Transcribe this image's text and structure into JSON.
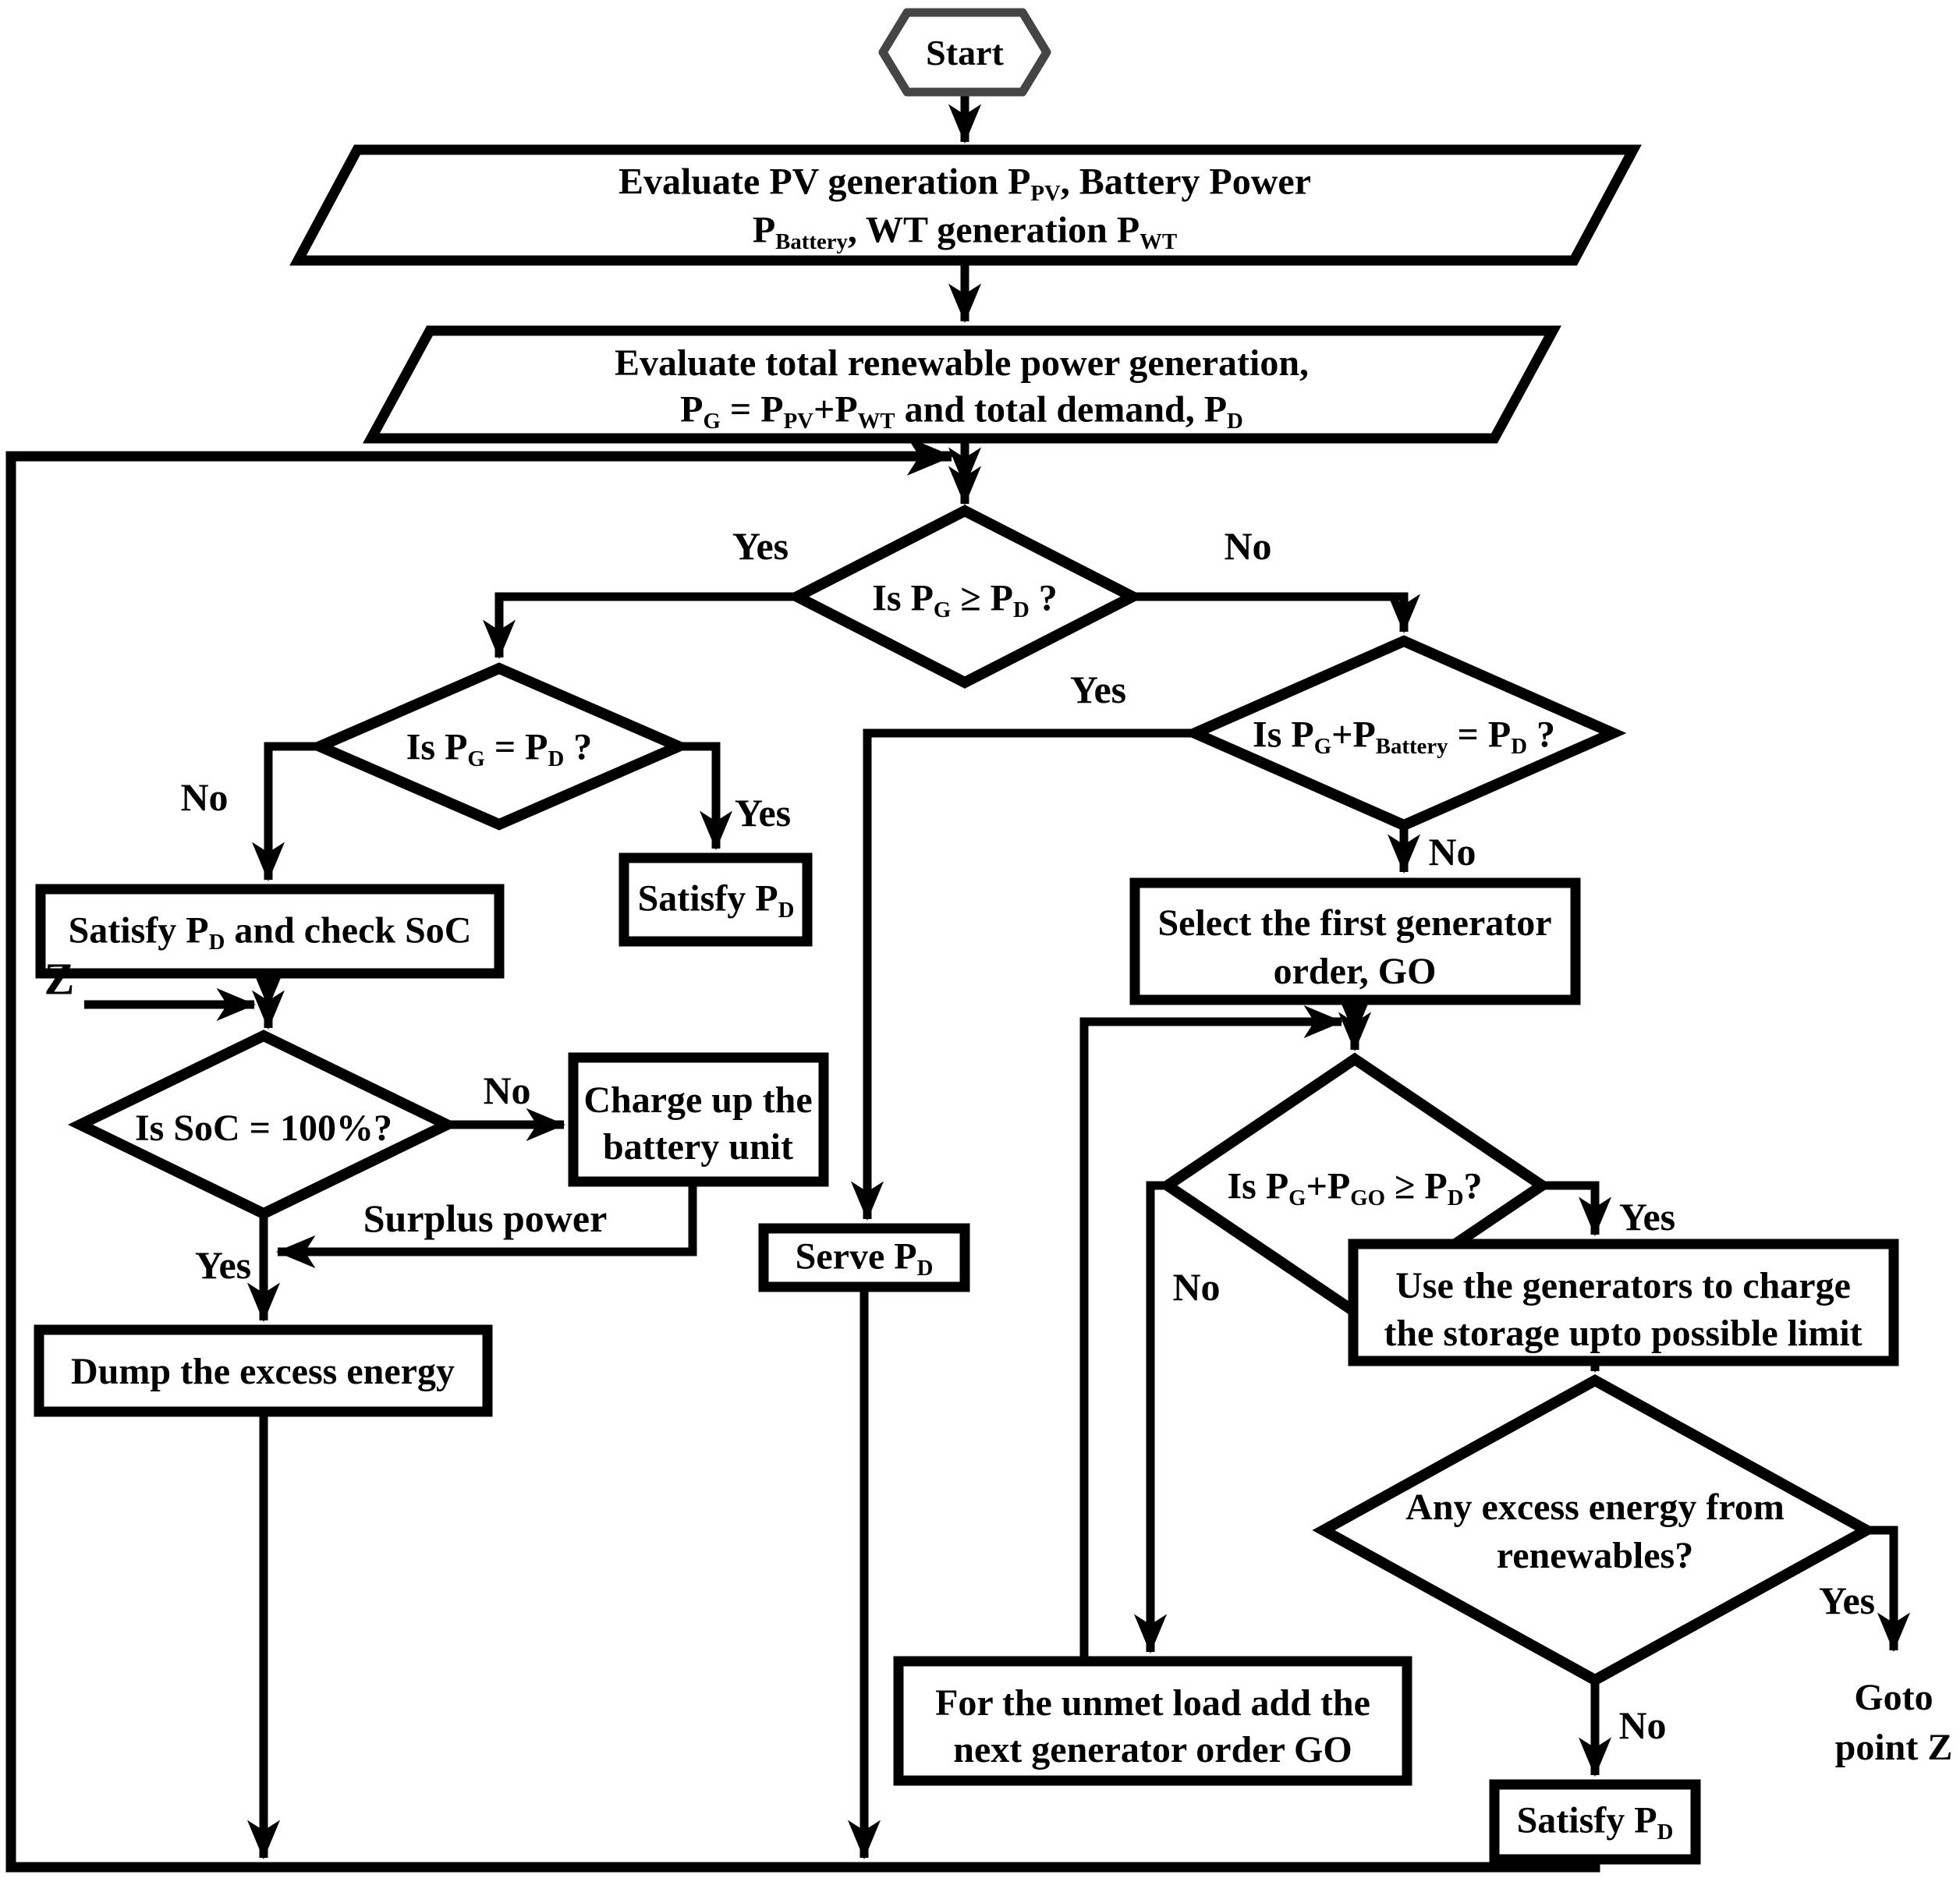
{
  "colors": {
    "line": "#000000",
    "node_fill": "#ffffff",
    "hexagon_border": "#454545",
    "background": "#ffffff"
  },
  "nodes": {
    "start": {
      "label": "Start"
    },
    "eval_sources": {
      "line1": [
        {
          "t": "Evaluate PV generation P"
        },
        {
          "t": "PV",
          "sub": true
        },
        {
          "t": ", Battery Power"
        }
      ],
      "line2": [
        {
          "t": "P"
        },
        {
          "t": "Battery",
          "sub": true
        },
        {
          "t": ", WT generation P"
        },
        {
          "t": "WT",
          "sub": true
        }
      ]
    },
    "eval_total": {
      "line1": [
        {
          "t": "Evaluate total renewable power generation,"
        }
      ],
      "line2": [
        {
          "t": "P"
        },
        {
          "t": "G",
          "sub": true
        },
        {
          "t": " = P"
        },
        {
          "t": "PV",
          "sub": true
        },
        {
          "t": "+P"
        },
        {
          "t": "WT",
          "sub": true
        },
        {
          "t": " and total demand, P"
        },
        {
          "t": "D",
          "sub": true
        }
      ]
    },
    "d_pg_ge_pd": {
      "text": [
        {
          "t": "Is P"
        },
        {
          "t": "G",
          "sub": true
        },
        {
          "t": " ≥ P"
        },
        {
          "t": "D",
          "sub": true
        },
        {
          "t": " ?"
        }
      ]
    },
    "d_pg_eq_pd": {
      "text": [
        {
          "t": "Is P"
        },
        {
          "t": "G",
          "sub": true
        },
        {
          "t": " = P"
        },
        {
          "t": "D",
          "sub": true
        },
        {
          "t": " ?"
        }
      ]
    },
    "d_pg_batt_eq_pd": {
      "text": [
        {
          "t": "Is P"
        },
        {
          "t": "G",
          "sub": true
        },
        {
          "t": "+P"
        },
        {
          "t": "Battery",
          "sub": true
        },
        {
          "t": " = P"
        },
        {
          "t": "D",
          "sub": true
        },
        {
          "t": " ?"
        }
      ]
    },
    "satisfy_check_soc": {
      "text": [
        {
          "t": "Satisfy P"
        },
        {
          "t": "D",
          "sub": true
        },
        {
          "t": " and check SoC"
        }
      ]
    },
    "satisfy_pd_mid": {
      "text": [
        {
          "t": "Satisfy P"
        },
        {
          "t": "D",
          "sub": true
        }
      ]
    },
    "select_go": {
      "line1": [
        {
          "t": "Select the first generator"
        }
      ],
      "line2": [
        {
          "t": "order, GO"
        }
      ]
    },
    "d_soc_100": {
      "text": [
        {
          "t": "Is SoC = 100%?"
        }
      ]
    },
    "charge_battery": {
      "line1": [
        {
          "t": "Charge up the"
        }
      ],
      "line2": [
        {
          "t": "battery unit"
        }
      ]
    },
    "serve_pd": {
      "text": [
        {
          "t": "Serve P"
        },
        {
          "t": "D",
          "sub": true
        }
      ]
    },
    "d_pg_pgo_ge_pd": {
      "text": [
        {
          "t": "Is P"
        },
        {
          "t": "G",
          "sub": true
        },
        {
          "t": "+P"
        },
        {
          "t": "GO",
          "sub": true
        },
        {
          "t": " ≥ P"
        },
        {
          "t": "D",
          "sub": true
        },
        {
          "t": "?"
        }
      ]
    },
    "use_generators": {
      "line1": [
        {
          "t": "Use the generators to charge"
        }
      ],
      "line2": [
        {
          "t": "the storage upto possible limit"
        }
      ]
    },
    "dump_excess": {
      "text": [
        {
          "t": "Dump the excess energy"
        }
      ]
    },
    "d_any_excess": {
      "line1": [
        {
          "t": "Any excess energy from"
        }
      ],
      "line2": [
        {
          "t": "renewables?"
        }
      ]
    },
    "unmet_load": {
      "line1": [
        {
          "t": "For the unmet load add the"
        }
      ],
      "line2": [
        {
          "t": "next generator order GO"
        }
      ]
    },
    "satisfy_pd_bottom": {
      "text": [
        {
          "t": "Satisfy P"
        },
        {
          "t": "D",
          "sub": true
        }
      ]
    },
    "goto_z": {
      "line1": [
        {
          "t": "Goto"
        }
      ],
      "line2": [
        {
          "t": "point Z"
        }
      ]
    }
  },
  "edge_labels": {
    "yes1": "Yes",
    "no1": "No",
    "no2": "No",
    "yes2": "Yes",
    "yes3": "Yes",
    "no3": "No",
    "z": "Z",
    "no4": "No",
    "yes4": "Yes",
    "surplus": "Surplus power",
    "no5": "No",
    "yes5": "Yes",
    "yes6": "Yes",
    "no6": "No"
  }
}
